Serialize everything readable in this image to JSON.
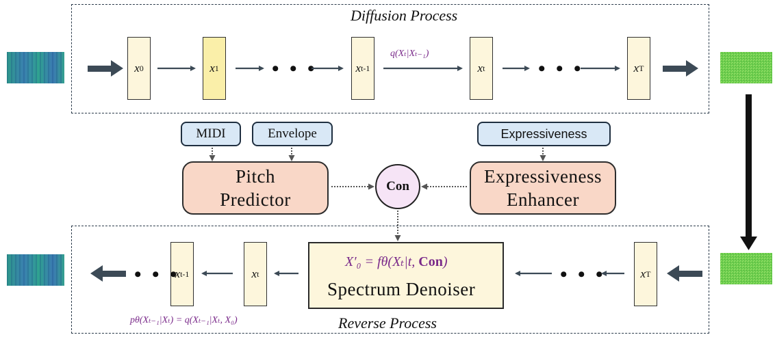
{
  "forward": {
    "title": "Diffusion Process",
    "x0": "x",
    "x0_sub": "0",
    "x1": "x",
    "x1_sub": "1",
    "xt1": "x",
    "xt1_sub": "t-1",
    "xt": "x",
    "xt_sub": "t",
    "xT": "x",
    "xT_sub": "T",
    "dots": "• • •",
    "q_label": "q(Xₜ|Xₜ₋₁)"
  },
  "conditions": {
    "midi": "MIDI",
    "envelope": "Envelope",
    "expressiveness": "Expressiveness"
  },
  "pitch": {
    "line1": "Pitch",
    "line2": "Predictor"
  },
  "enhancer": {
    "line1": "Expressiveness",
    "line2": "Enhancer"
  },
  "con_label": "Con",
  "denoiser": {
    "formula_lhs": "X′₀ = fθ(Xₜ|t, ",
    "formula_con": "Con",
    "formula_end": ")",
    "label": "Spectrum Denoiser"
  },
  "reverse": {
    "title": "Reverse Process",
    "xt1": "x",
    "xt1_sub": "t-1",
    "xt": "x",
    "xt_sub": "t",
    "xT": "x",
    "xT_sub": "T",
    "dots": "• • •",
    "p_label": "pθ(Xₜ₋₁|Xₜ) = q(Xₜ₋₁|Xₜ, X₀)"
  },
  "colors": {
    "cond_fill": "#d9e8f6",
    "module_fill": "#f9d7c7",
    "con_fill": "#f6e4f6",
    "latent_fill": "#fdf6dc",
    "formula_color": "#7a2a8a"
  }
}
